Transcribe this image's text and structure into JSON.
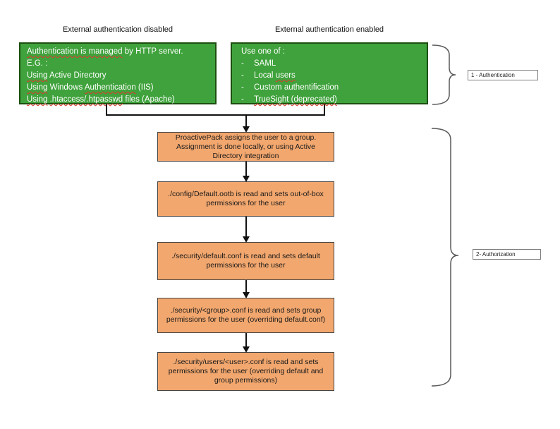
{
  "colors": {
    "green_fill": "#3fa23c",
    "green_border": "#1d4f10",
    "orange_fill": "#f2a76e",
    "orange_border": "#454545",
    "wavy_underline": "#e03a2f",
    "arrow": "#111111",
    "bracket": "#595959",
    "text_on_green": "#ffffff",
    "text_on_orange": "#1a1a1a"
  },
  "headers": {
    "left": "External authentication disabled",
    "right": "External authentication enabled"
  },
  "auth_left": {
    "lines": [
      {
        "segments": [
          {
            "text": "Authentication is managed",
            "wavy": true
          },
          {
            "text": " by HTTP server.",
            "wavy": false
          }
        ]
      },
      {
        "segments": [
          {
            "text": "E.G. :",
            "wavy": false
          }
        ]
      },
      {
        "segments": [
          {
            "text": "Using",
            "wavy": true
          },
          {
            "text": " Active Directory",
            "wavy": false
          }
        ]
      },
      {
        "segments": [
          {
            "text": "Using",
            "wavy": true
          },
          {
            "text": " Windows ",
            "wavy": false
          },
          {
            "text": "Authentication",
            "wavy": true
          },
          {
            "text": " (IIS)",
            "wavy": false
          }
        ]
      },
      {
        "segments": [
          {
            "text": "Using",
            "wavy": true
          },
          {
            "text": " ",
            "wavy": false
          },
          {
            "text": ".htaccess/.htpasswd",
            "wavy": true
          },
          {
            "text": " files (Apache)",
            "wavy": false
          }
        ]
      }
    ]
  },
  "auth_right": {
    "lines": [
      {
        "bullet": "",
        "segments": [
          {
            "text": "Use one of :",
            "wavy": false
          }
        ]
      },
      {
        "bullet": "-",
        "segments": [
          {
            "text": "SAML",
            "wavy": false
          }
        ]
      },
      {
        "bullet": "-",
        "segments": [
          {
            "text": "Local ",
            "wavy": false
          },
          {
            "text": "users",
            "wavy": true
          }
        ]
      },
      {
        "bullet": "-",
        "segments": [
          {
            "text": "Custom authentification",
            "wavy": false
          }
        ]
      },
      {
        "bullet": "-",
        "segments": [
          {
            "text": "TrueSight",
            "wavy": true
          },
          {
            "text": " ",
            "wavy": false
          },
          {
            "text": "(deprecated)",
            "wavy": true
          }
        ]
      }
    ]
  },
  "flow": {
    "steps": [
      {
        "text": "ProactivePack assigns the user to a group. Assignment is done locally, or using Active Directory integration"
      },
      {
        "text": "./config/Default.ootb is read and sets out-of-box permissions for the user"
      },
      {
        "text": "./security/default.conf is read and sets default permissions for the user"
      },
      {
        "text": "./security/<group>.conf is read and sets group permissions for the user (overriding default.conf)"
      },
      {
        "text": "./security/users/<user>.conf is read and sets permissions for the user (overriding default and group permissions)"
      }
    ]
  },
  "brackets": {
    "authentication": {
      "label": "1 - Authentication"
    },
    "authorization": {
      "label": "2- Authorization"
    }
  }
}
